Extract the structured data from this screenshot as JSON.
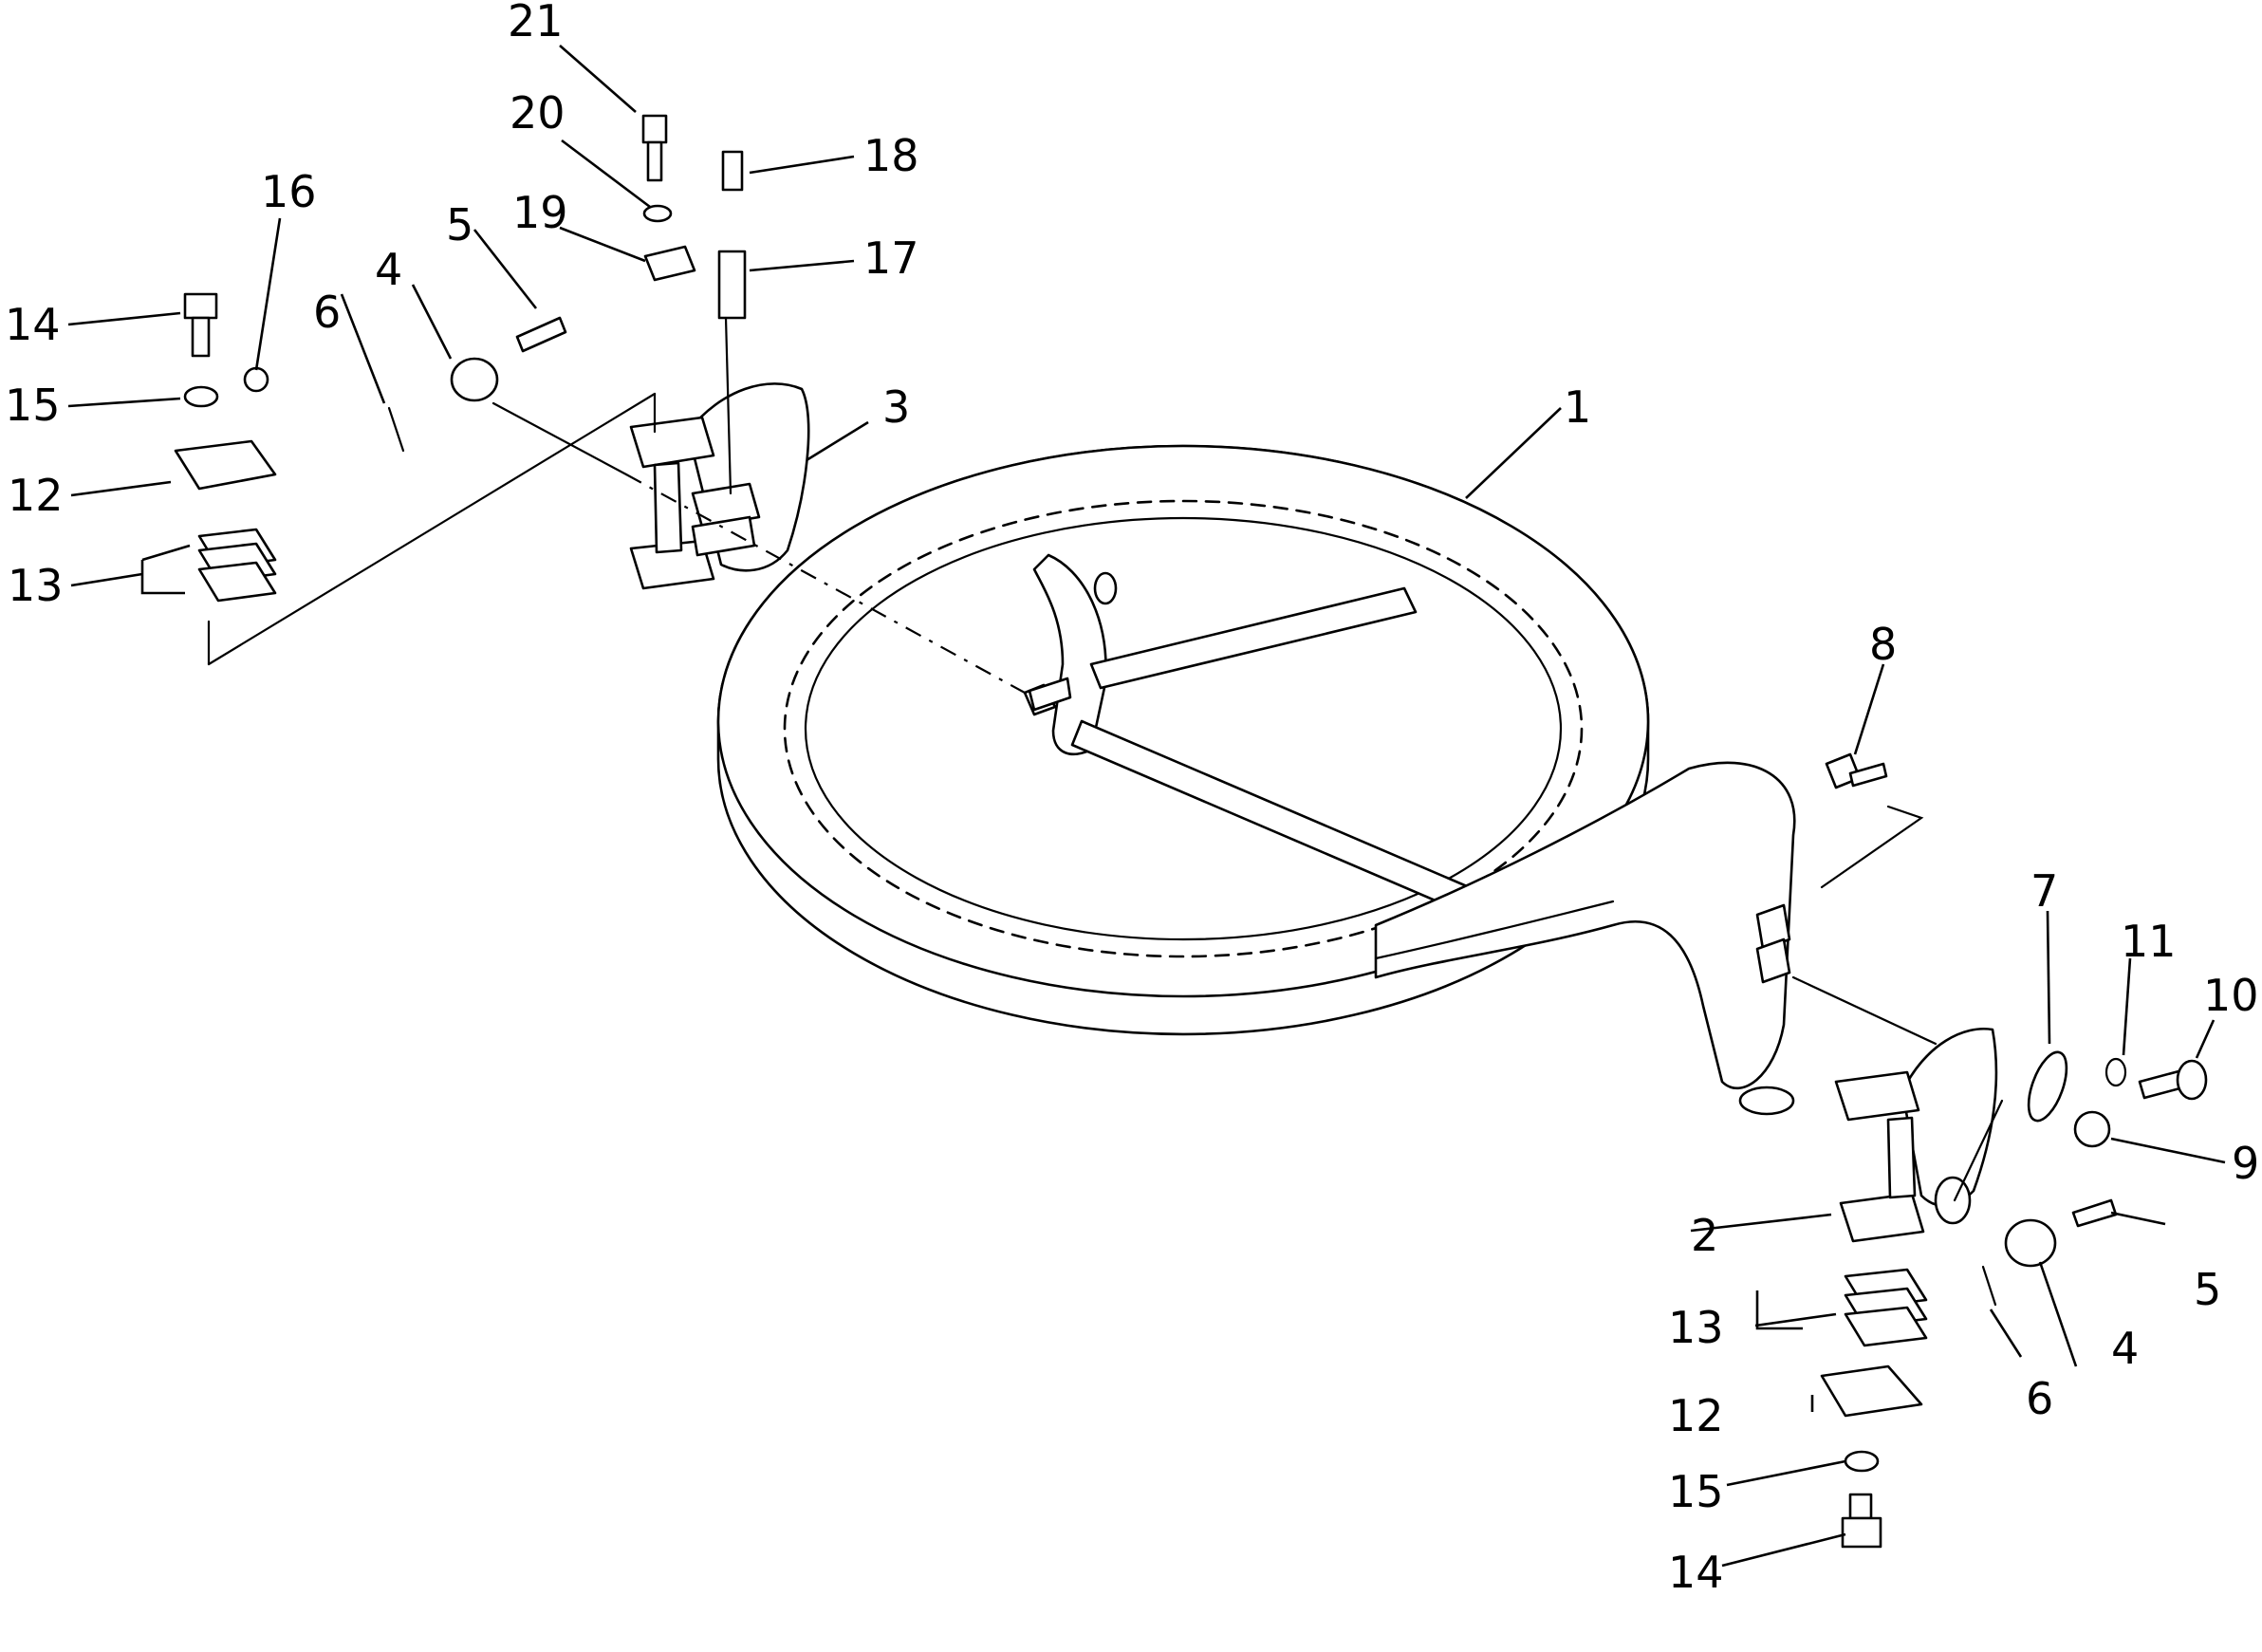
{
  "callouts": [
    {
      "id": "c1",
      "label": "1"
    },
    {
      "id": "c2",
      "label": "2"
    },
    {
      "id": "c3",
      "label": "3"
    },
    {
      "id": "c4a",
      "label": "4"
    },
    {
      "id": "c4b",
      "label": "4"
    },
    {
      "id": "c5a",
      "label": "5"
    },
    {
      "id": "c5b",
      "label": "5"
    },
    {
      "id": "c6a",
      "label": "6"
    },
    {
      "id": "c6b",
      "label": "6"
    },
    {
      "id": "c7",
      "label": "7"
    },
    {
      "id": "c8",
      "label": "8"
    },
    {
      "id": "c9",
      "label": "9"
    },
    {
      "id": "c10",
      "label": "10"
    },
    {
      "id": "c11",
      "label": "11"
    },
    {
      "id": "c12a",
      "label": "12"
    },
    {
      "id": "c12b",
      "label": "12"
    },
    {
      "id": "c13a",
      "label": "13"
    },
    {
      "id": "c13b",
      "label": "13"
    },
    {
      "id": "c14a",
      "label": "14"
    },
    {
      "id": "c14b",
      "label": "14"
    },
    {
      "id": "c15a",
      "label": "15"
    },
    {
      "id": "c15b",
      "label": "15"
    },
    {
      "id": "c16",
      "label": "16"
    },
    {
      "id": "c17",
      "label": "17"
    },
    {
      "id": "c18",
      "label": "18"
    },
    {
      "id": "c19",
      "label": "19"
    },
    {
      "id": "c20",
      "label": "20"
    },
    {
      "id": "c21",
      "label": "21"
    }
  ]
}
